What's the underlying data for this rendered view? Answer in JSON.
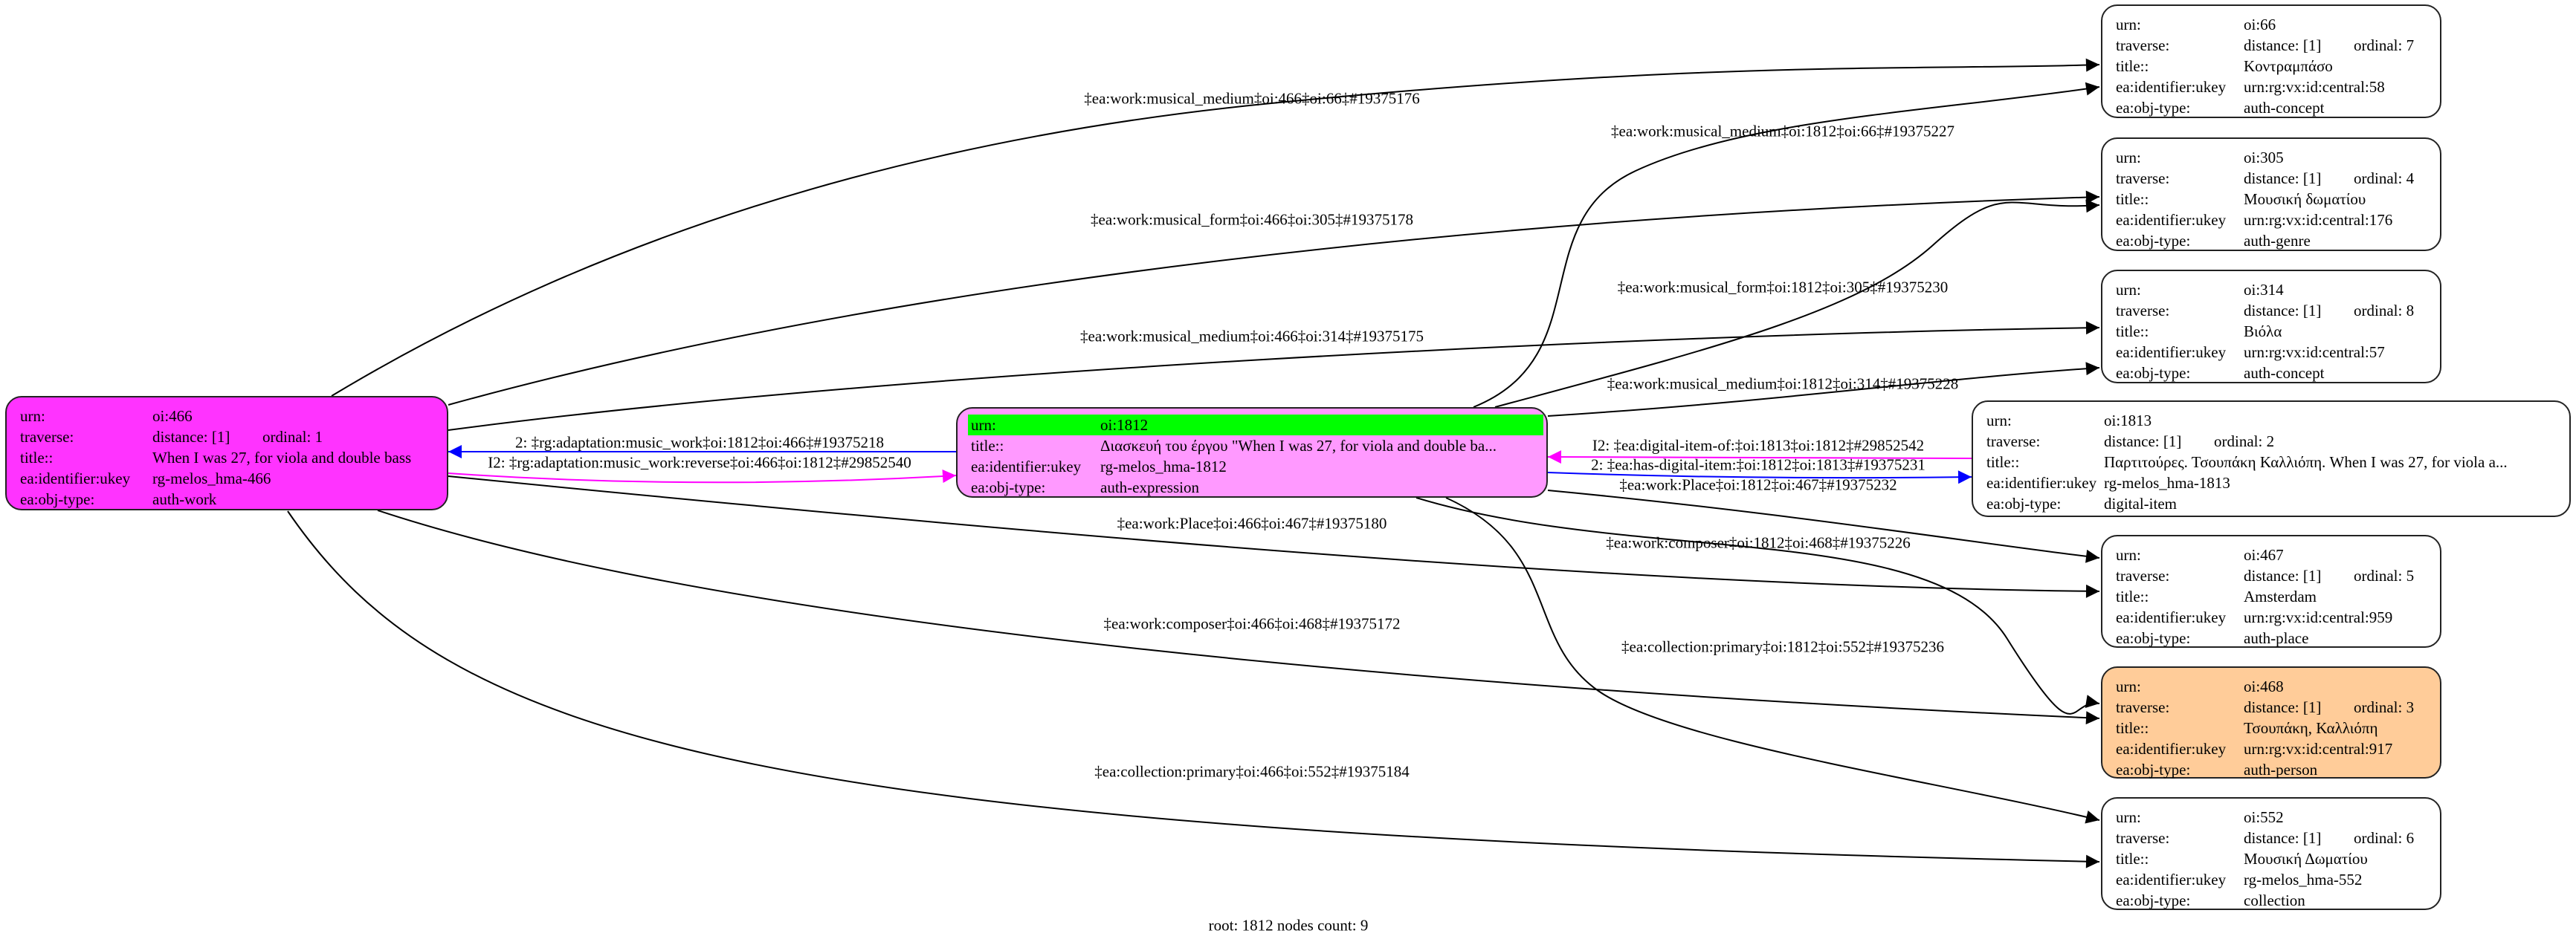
{
  "colors": {
    "root_work": "#ff33ff",
    "center_expression": "#ff99ff",
    "center_highlight": "#00ff00",
    "person": "#ffcc99",
    "default": "#ffffff",
    "forward_edge": "#0000ff",
    "reverse_edge": "#ff00ff",
    "edge": "#000000"
  },
  "row_labels": {
    "urn": "urn:",
    "traverse": "traverse:",
    "title": "title::",
    "ukey": "ea:identifier:ukey",
    "objtype": "ea:obj-type:"
  },
  "nodes": [
    {
      "urn": "oi:466",
      "distance": "distance: [1]",
      "ordinal": "ordinal: 1",
      "title": "When I was 27, for viola and double bass",
      "ukey": "rg-melos_hma-466",
      "objtype": "auth-work"
    },
    {
      "urn": "oi:1812",
      "title": "Διασκευή του έργου \"When I was 27, for viola and double ba...",
      "ukey": "rg-melos_hma-1812",
      "objtype": "auth-expression"
    },
    {
      "urn": "oi:1813",
      "distance": "distance: [1]",
      "ordinal": "ordinal: 2",
      "title": "Παρτιτούρες. Τσουπάκη Καλλιόπη. When I was 27, for viola a...",
      "ukey": "rg-melos_hma-1813",
      "objtype": "digital-item"
    },
    {
      "urn": "oi:66",
      "distance": "distance: [1]",
      "ordinal": "ordinal: 7",
      "title": "Κοντραμπάσο",
      "ukey": "urn:rg:vx:id:central:58",
      "objtype": "auth-concept"
    },
    {
      "urn": "oi:305",
      "distance": "distance: [1]",
      "ordinal": "ordinal: 4",
      "title": "Μουσική δωματίου",
      "ukey": "urn:rg:vx:id:central:176",
      "objtype": "auth-genre"
    },
    {
      "urn": "oi:314",
      "distance": "distance: [1]",
      "ordinal": "ordinal: 8",
      "title": "Βιόλα",
      "ukey": "urn:rg:vx:id:central:57",
      "objtype": "auth-concept"
    },
    {
      "urn": "oi:467",
      "distance": "distance: [1]",
      "ordinal": "ordinal: 5",
      "title": "Amsterdam",
      "ukey": "urn:rg:vx:id:central:959",
      "objtype": "auth-place"
    },
    {
      "urn": "oi:468",
      "distance": "distance: [1]",
      "ordinal": "ordinal: 3",
      "title": "Τσουπάκη, Καλλιόπη",
      "ukey": "urn:rg:vx:id:central:917",
      "objtype": "auth-person"
    },
    {
      "urn": "oi:552",
      "distance": "distance: [1]",
      "ordinal": "ordinal: 6",
      "title": "Μουσική Δωματίου",
      "ukey": "rg-melos_hma-552",
      "objtype": "collection"
    }
  ],
  "edges": [
    "‡ea:work:musical_medium‡oi:466‡oi:66‡#19375176",
    "‡ea:work:musical_medium‡oi:1812‡oi:66‡#19375227",
    "‡ea:work:musical_form‡oi:466‡oi:305‡#19375178",
    "‡ea:work:musical_form‡oi:1812‡oi:305‡#19375230",
    "‡ea:work:musical_medium‡oi:466‡oi:314‡#19375175",
    "‡ea:work:musical_medium‡oi:1812‡oi:314‡#19375228",
    "2: ‡rg:adaptation:music_work‡oi:1812‡oi:466‡#19375218",
    "I2: ‡rg:adaptation:music_work:reverse‡oi:466‡oi:1812‡#29852540",
    "I2: ‡ea:digital-item-of:‡oi:1813‡oi:1812‡#29852542",
    "2: ‡ea:has-digital-item:‡oi:1812‡oi:1813‡#19375231",
    "‡ea:work:Place‡oi:1812‡oi:467‡#19375232",
    "‡ea:work:Place‡oi:466‡oi:467‡#19375180",
    "‡ea:work:composer‡oi:1812‡oi:468‡#19375226",
    "‡ea:work:composer‡oi:466‡oi:468‡#19375172",
    "‡ea:collection:primary‡oi:1812‡oi:552‡#19375236",
    "‡ea:collection:primary‡oi:466‡oi:552‡#19375184"
  ],
  "footer": "root: 1812 nodes count: 9"
}
